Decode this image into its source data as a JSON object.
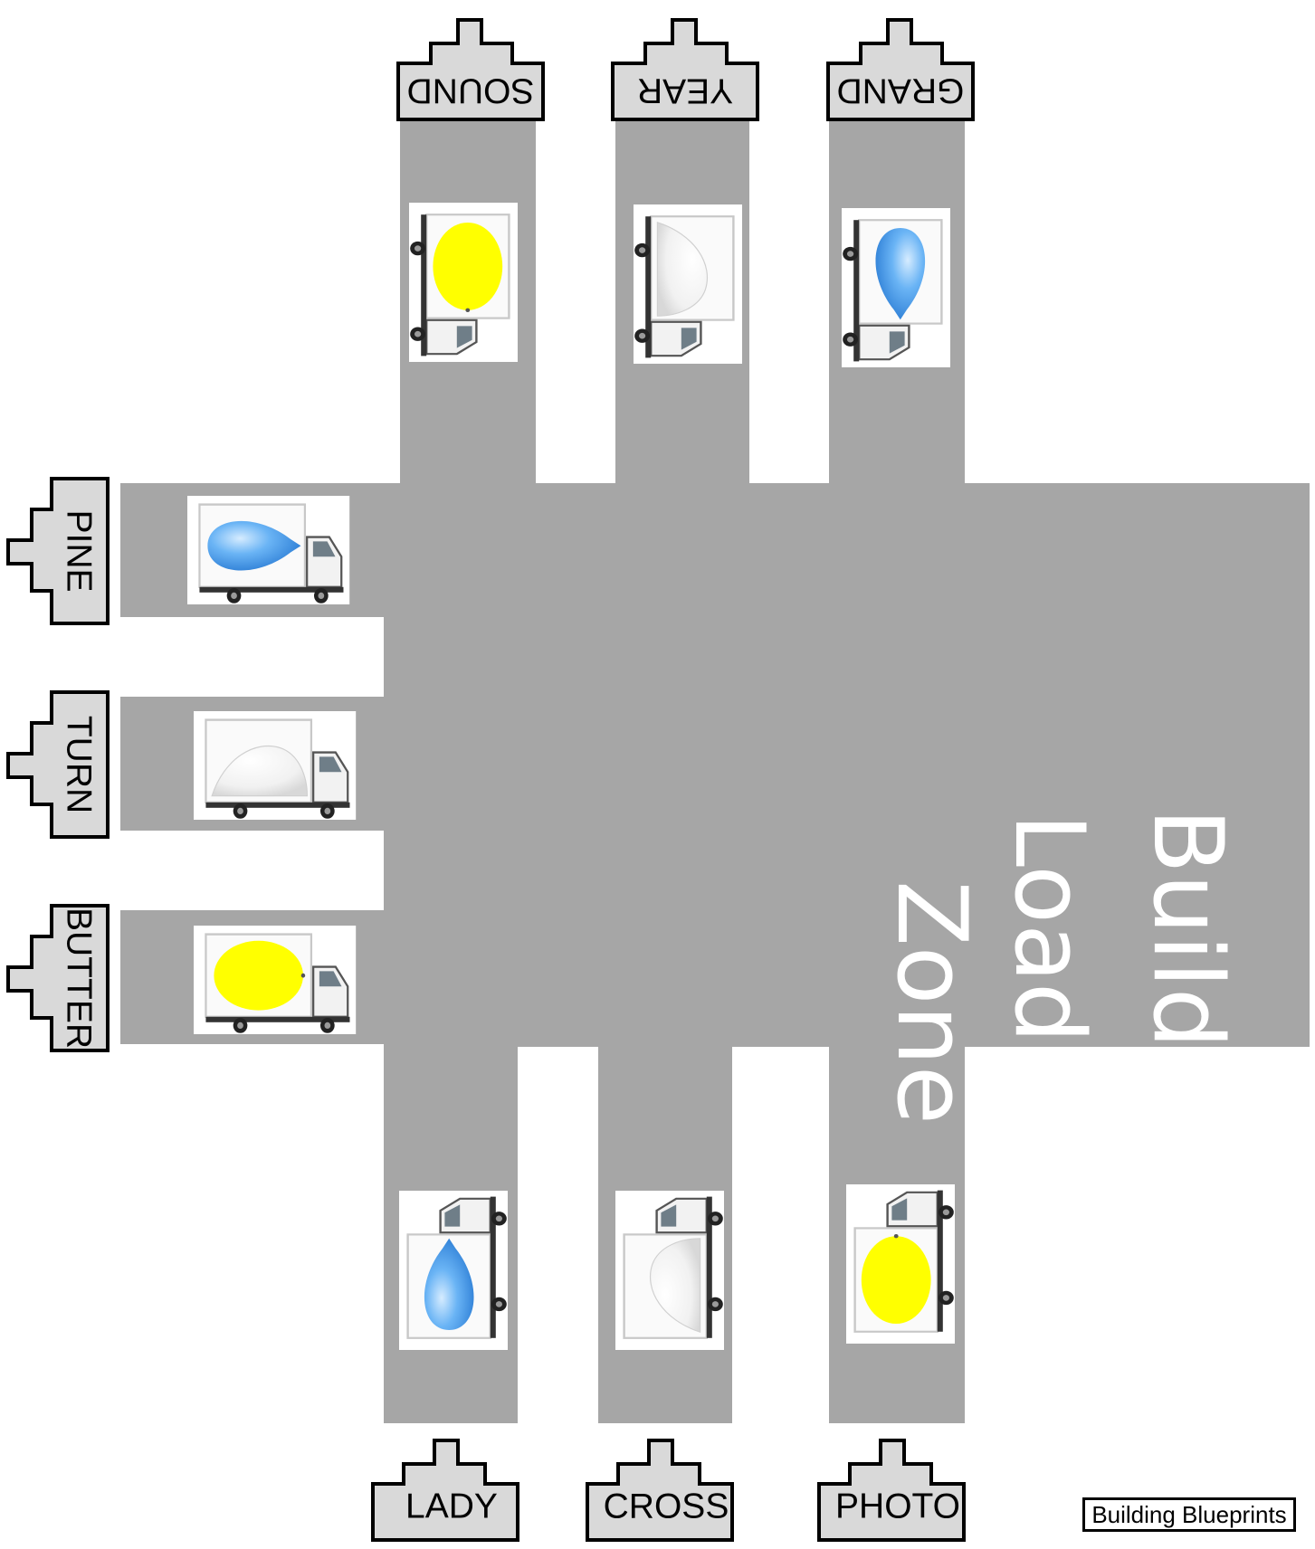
{
  "zone": {
    "label_lines": [
      "Building",
      "Loading",
      "Zone"
    ]
  },
  "streets": {
    "top": [
      "SOUND",
      "YEAR",
      "GRAND"
    ],
    "left": [
      "PINE",
      "TURN",
      "BUTTER"
    ],
    "bottom": [
      "LADY",
      "CROSS",
      "PHOTO"
    ]
  },
  "trucks": {
    "top": [
      "lemon",
      "salt",
      "water-drop"
    ],
    "left": [
      "water-drop",
      "salt",
      "lemon"
    ],
    "bottom": [
      "water-drop",
      "salt",
      "lemon"
    ]
  },
  "footer": {
    "label": "Building Blueprints"
  },
  "colors": {
    "road": "#a6a6a6",
    "sign": "#d9d9d9",
    "lemon": "#ffff00",
    "water": "#4aa3f0"
  }
}
